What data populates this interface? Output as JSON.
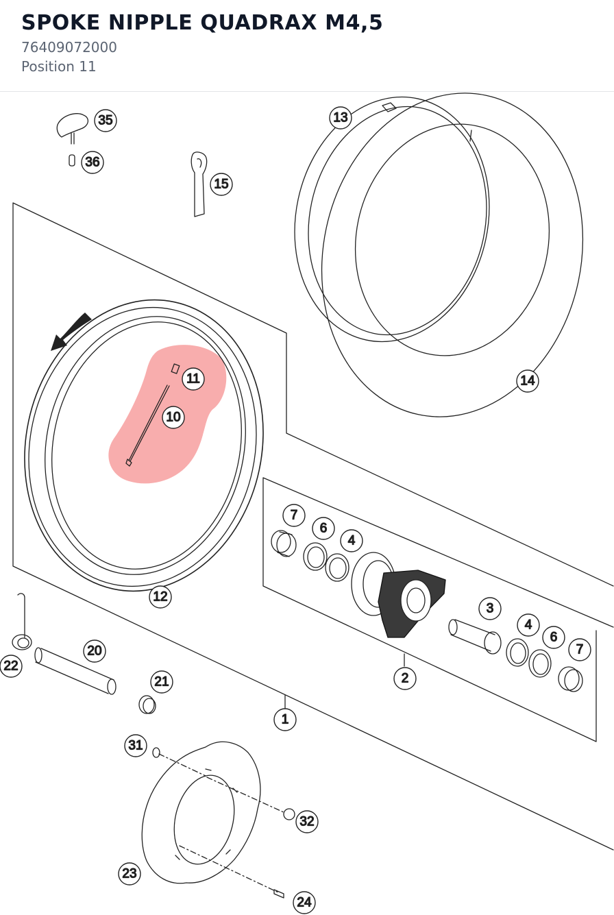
{
  "header": {
    "title": "SPOKE NIPPLE QUADRAX M4,5",
    "part_number": "76409072000",
    "position": "Position 11"
  },
  "colors": {
    "highlight": "#f47a7a",
    "line": "#222222",
    "title": "#101828",
    "subtext": "#5b6472"
  },
  "callouts": {
    "c1": "1",
    "c2": "2",
    "c3": "3",
    "c4a": "4",
    "c4b": "4",
    "c6a": "6",
    "c6b": "6",
    "c7a": "7",
    "c7b": "7",
    "c10": "10",
    "c11": "11",
    "c12": "12",
    "c13": "13",
    "c14": "14",
    "c15": "15",
    "c20": "20",
    "c21": "21",
    "c22": "22",
    "c23": "23",
    "c24": "24",
    "c31": "31",
    "c32": "32",
    "c35": "35",
    "c36": "36"
  },
  "highlighted_position": "11"
}
